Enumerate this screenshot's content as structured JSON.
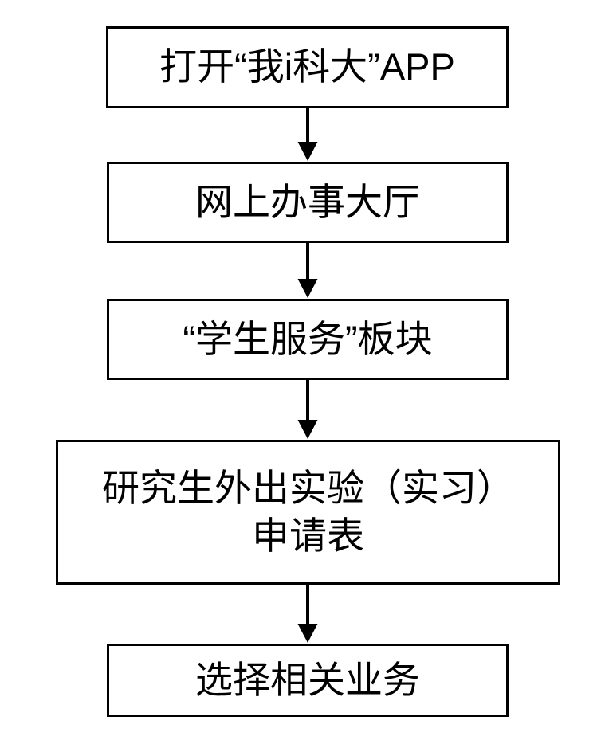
{
  "diagram": {
    "type": "flowchart",
    "orientation": "vertical",
    "stroke_color": "#000000",
    "fill_color": "#ffffff",
    "background_color": "#ffffff",
    "nodes": [
      {
        "id": "open-app",
        "label": "打开“我i科大”APP",
        "lines": [
          "打开“我i科大”APP"
        ]
      },
      {
        "id": "service-hall",
        "label": "网上办事大厅",
        "lines": [
          "网上办事大厅"
        ]
      },
      {
        "id": "student-panel",
        "label": "“学生服务”板块",
        "lines": [
          "“学生服务”板块"
        ]
      },
      {
        "id": "application-form",
        "label": "研究生外出实验（实习）申请表",
        "lines": [
          "研究生外出实验（实习）",
          "申请表"
        ]
      },
      {
        "id": "select-business",
        "label": "选择相关业务",
        "lines": [
          "选择相关业务"
        ]
      }
    ],
    "connectors": [
      {
        "id": "arrow-1",
        "from": "open-app",
        "to": "service-hall",
        "style": "solid-arrow-down"
      },
      {
        "id": "arrow-2",
        "from": "service-hall",
        "to": "student-panel",
        "style": "solid-arrow-down"
      },
      {
        "id": "arrow-3",
        "from": "student-panel",
        "to": "application-form",
        "style": "solid-arrow-down"
      },
      {
        "id": "arrow-4",
        "from": "application-form",
        "to": "select-business",
        "style": "solid-arrow-down"
      }
    ]
  }
}
